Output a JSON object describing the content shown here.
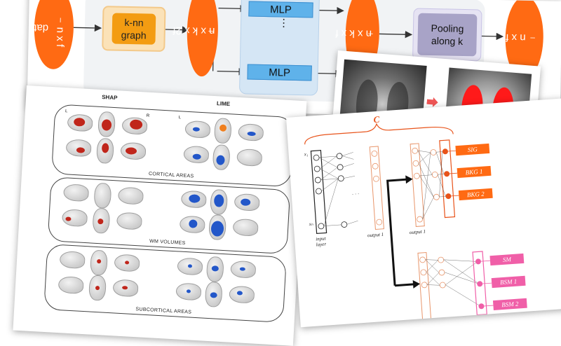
{
  "pipeline": {
    "pill_data_line1": "data",
    "pill_data_line2": "n x f",
    "pill_data_sub": "l",
    "knn_line1": "k-nn",
    "knn_line2": "graph",
    "pill_mid": "n x k x 2f",
    "pill_mid_sub": "l",
    "mlp_top_label": "MLP",
    "mlp_bottom_label": "MLP",
    "mlp_dots": "⋮",
    "pill_after": "n x k x f",
    "pill_after_sub": "l",
    "pool_line1": "Pooling",
    "pool_line2": "along k",
    "pill_out": "n x f",
    "pill_out_sub": "l",
    "colors": {
      "orange": "#ff6a13",
      "knn": "#f39c12",
      "mlp": "#5fb2ea",
      "pool": "#a8a3c7"
    }
  },
  "brain": {
    "method_shap": "SHAP",
    "method_lime": "LIME",
    "hemi_left": "L",
    "hemi_right": "R",
    "section_cortical": "CORTICAL AREAS",
    "section_wm": "WM VOLUMES",
    "section_subcortical": "SUBCORTICAL AREAS"
  },
  "network": {
    "brace_label": "C",
    "input_top": "x₁",
    "input_bottom": "xₙ",
    "input_label_line1": "input",
    "input_label_line2": "layer",
    "output1_a": "output 1",
    "output1_b": "output 1",
    "out_sig": "SIG",
    "out_bkg1": "BKG 1",
    "out_bkg2": "BKG 2",
    "out_sm": "SM",
    "out_bsm1": "BSM 1",
    "out_bsm2": "BSM 2",
    "dots": "· · ·"
  },
  "xray": {}
}
